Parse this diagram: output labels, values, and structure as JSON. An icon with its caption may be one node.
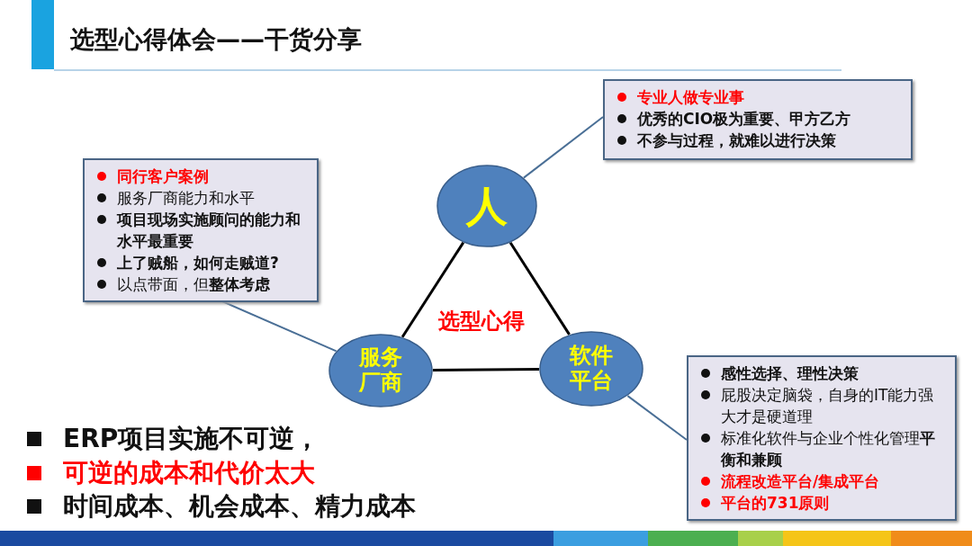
{
  "diagram": {
    "title": "选型心得体会——干货分享",
    "nodes": [
      {
        "text": [
          "人"
        ]
      },
      {
        "text": [
          "服务厂商"
        ]
      },
      {
        "text": [
          "软件平台"
        ]
      },
      {
        "text": [
          "专业人做专业事",
          "优秀的CIO极为重要、甲方乙方",
          "不参与过程，就难以进行决策"
        ]
      },
      {
        "text": [
          "同行客户案例",
          "服务厂商能力和水平",
          "项目现场实施顾问的能力和水平最重要",
          "上了贼船，如何走贼道?",
          "以点带面，但**整体考虑**"
        ]
      },
      {
        "text": [
          "感性选择、理性决策",
          "屁股决定脑袋，自身的IT能力强大才是硬道理",
          "标准化软件与企业个性化管理**平衡和兼顾**",
          "流程改造平台/集成平台",
          "平台的731原则"
        ]
      }
    ],
    "edges": [
      {
        "from": 0,
        "to": 1,
        "arrow": "none"
      },
      {
        "from": 0,
        "to": 2,
        "arrow": "none"
      },
      {
        "from": 1,
        "to": 2,
        "arrow": "none"
      },
      {
        "from": 3,
        "to": 0,
        "arrow": "none",
        "color": "#4a6f96"
      },
      {
        "from": 4,
        "to": 1,
        "arrow": "none",
        "color": "#4a6f96"
      },
      {
        "from": 5,
        "to": 2,
        "arrow": "none",
        "color": "#4a6f96"
      }
    ],
    "labels": [
      "选型心得",
      "ERP项目实施不可逆，",
      "可逆的成本和代价太大",
      "时间成本、机会成本、精力成本"
    ]
  }
}
